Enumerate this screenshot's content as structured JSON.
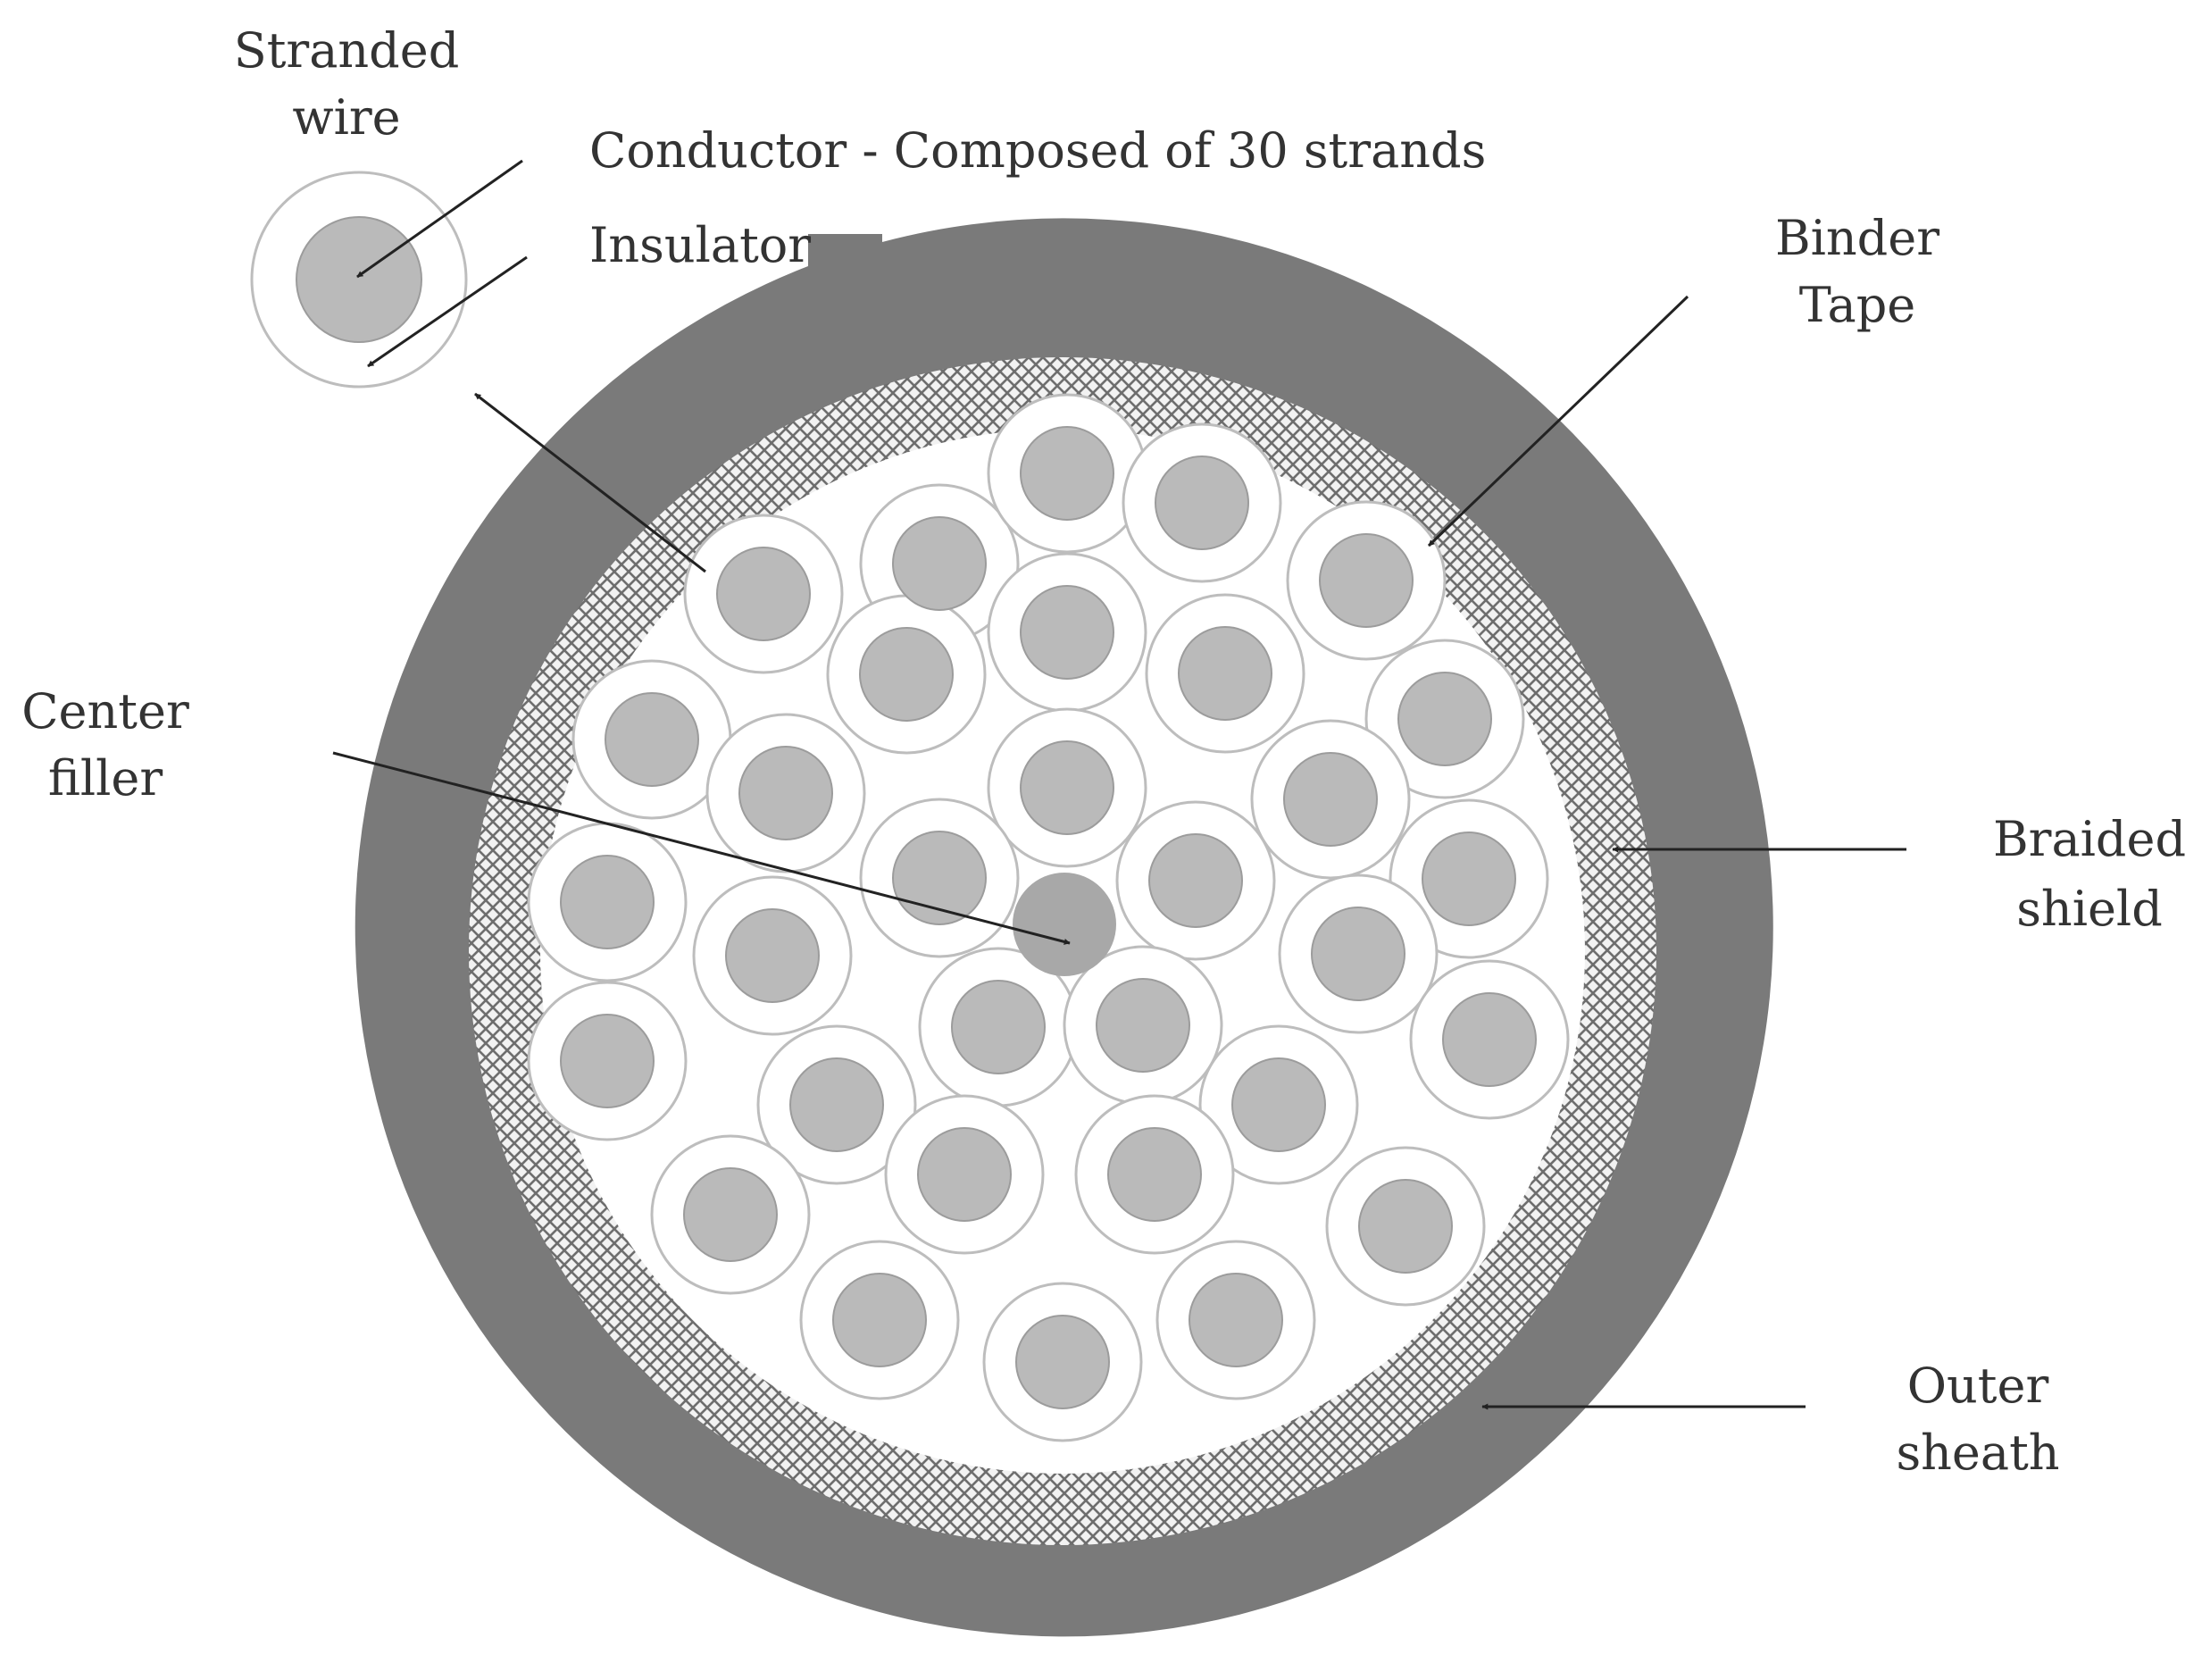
{
  "labels": {
    "stranded_wire_line1": "Stranded",
    "stranded_wire_line2": "wire",
    "conductor": "Conductor - Composed of 30 strands",
    "insulator": "Insulator",
    "binder_tape_line1": "Binder",
    "binder_tape_line2": "Tape",
    "center_filler_line1": "Center",
    "center_filler_line2": "filler",
    "braided_shield_line1": "Braided",
    "braided_shield_line2": "shield",
    "outer_sheath_line1": "Outer",
    "outer_sheath_line2": "sheath"
  },
  "colors": {
    "outer_sheath": "#7a7a7a",
    "braid_background": "#f2f2f2",
    "braid_mesh": "#6e6e6e",
    "core_fill": "#ffffff",
    "insulator_stroke": "#bdbdbd",
    "conductor_fill": "#bababa",
    "conductor_stroke": "#9c9c9c",
    "center_filler_fill": "#a8a8a8",
    "arrow": "#222222",
    "text": "#333333"
  },
  "icons": {
    "arrowhead": "arrowhead-icon"
  }
}
